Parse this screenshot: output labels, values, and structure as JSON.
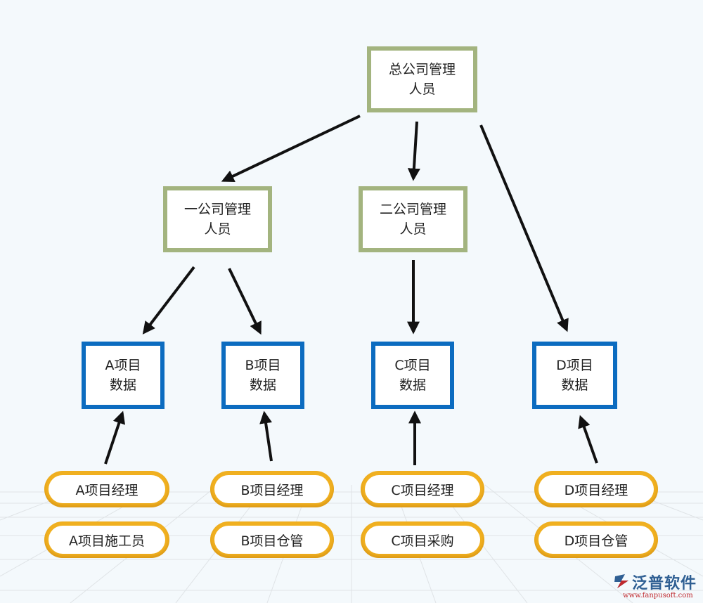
{
  "nodes": {
    "hq": "总公司管理\n人员",
    "branch1": "一公司管理\n人员",
    "branch2": "二公司管理\n人员",
    "projA": "A项目\n数据",
    "projB": "B项目\n数据",
    "projC": "C项目\n数据",
    "projD": "D项目\n数据"
  },
  "roles": {
    "a1": "A项目经理",
    "a2": "A项目施工员",
    "b1": "B项目经理",
    "b2": "B项目仓管",
    "c1": "C项目经理",
    "c2": "C项目采购",
    "d1": "D项目经理",
    "d2": "D项目仓管"
  },
  "logo": {
    "name": "泛普软件",
    "url": "www.fanpusoft.com"
  },
  "colors": {
    "manager_border": "#a3b47f",
    "project_border": "#0c6cc0",
    "role_border": "#f0b020",
    "arrow": "#111111"
  }
}
